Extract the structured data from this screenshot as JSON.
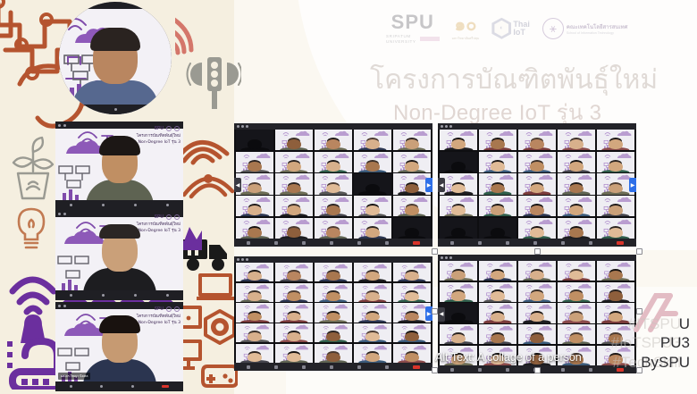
{
  "header": {
    "logos": [
      {
        "name": "spu-logo",
        "main": "SPU",
        "sub_line1": "SRIPATUM",
        "sub_line2": "UNIVERSITY"
      },
      {
        "name": "anniversary-60-logo",
        "main": "๑๐",
        "caption": "มหาวิทยาลัยศรีปทุม"
      },
      {
        "name": "thai-iot-logo",
        "main": "Thai",
        "sub": "IoT"
      },
      {
        "name": "faculty-logo",
        "th": "คณะเทคโนโลยีสารสนเทศ",
        "en": "School of Information Technology"
      }
    ]
  },
  "watermark": {
    "title_th": "โครงการบัณฑิตพันธุ์ใหม่",
    "title_en": "Non-Degree IoT รุ่น 3"
  },
  "speakers": [
    {
      "name": "speaker-tile-1",
      "shape": "circle",
      "caption_line1": "",
      "caption_line2": "",
      "name_label": "",
      "skin": "#b98660",
      "hair": "#2a2320",
      "shirt": "#56688f"
    },
    {
      "name": "speaker-tile-2",
      "shape": "rect",
      "caption_line1": "โครงการบัณฑิตพันธุ์ใหม่",
      "caption_line2": "Non-Degree IoT รุ่น 3",
      "name_label": "",
      "skin": "#c08f63",
      "hair": "#1c1715",
      "shirt": "#5e6352"
    },
    {
      "name": "speaker-tile-3",
      "shape": "rect",
      "caption_line1": "โครงการบัณฑิตพันธุ์ใหม่",
      "caption_line2": "Non-Degree IoT รุ่น 3",
      "name_label": "",
      "skin": "#caa079",
      "hair": "#2b2624",
      "shirt": "#1d1d20"
    },
    {
      "name": "speaker-tile-4",
      "shape": "rect",
      "caption_line1": "โครงการบัณฑิตพันธุ์ใหม่",
      "caption_line2": "Non-Degree IoT รุ่น 3",
      "name_label": "ผศ.ดร.วิชญา นิลหล",
      "skin": "#c69a72",
      "hair": "#19120f",
      "shirt": "#2b3550"
    }
  ],
  "collages": [
    {
      "name": "zoom-collage-top-left",
      "selected": false,
      "nav_left": true,
      "nav_right": true
    },
    {
      "name": "zoom-collage-top-right",
      "selected": false,
      "nav_left": true,
      "nav_right": true
    },
    {
      "name": "zoom-collage-bottom-left",
      "selected": false,
      "nav_left": false,
      "nav_right": true
    },
    {
      "name": "zoom-collage-bottom-right",
      "selected": true,
      "nav_left": true,
      "nav_right": false
    }
  ],
  "alt_text_tooltip": "Alt Text: A collage of a person",
  "hashtags": {
    "background": [
      "#ITSPU",
      "#IoTSPU3",
      "#TechSkill"
    ],
    "foreground": [
      "U",
      "PU3",
      "BySPU"
    ]
  },
  "colors": {
    "page_bg": "#f7f2e6",
    "left_panel": "#f5efe0",
    "accent_purple": "#6b2f9e",
    "accent_terracotta": "#b5542f",
    "accent_pink": "#d9a7c7",
    "zoom_leave_red": "#d9342b",
    "zoom_blue": "#2e6fe8"
  }
}
